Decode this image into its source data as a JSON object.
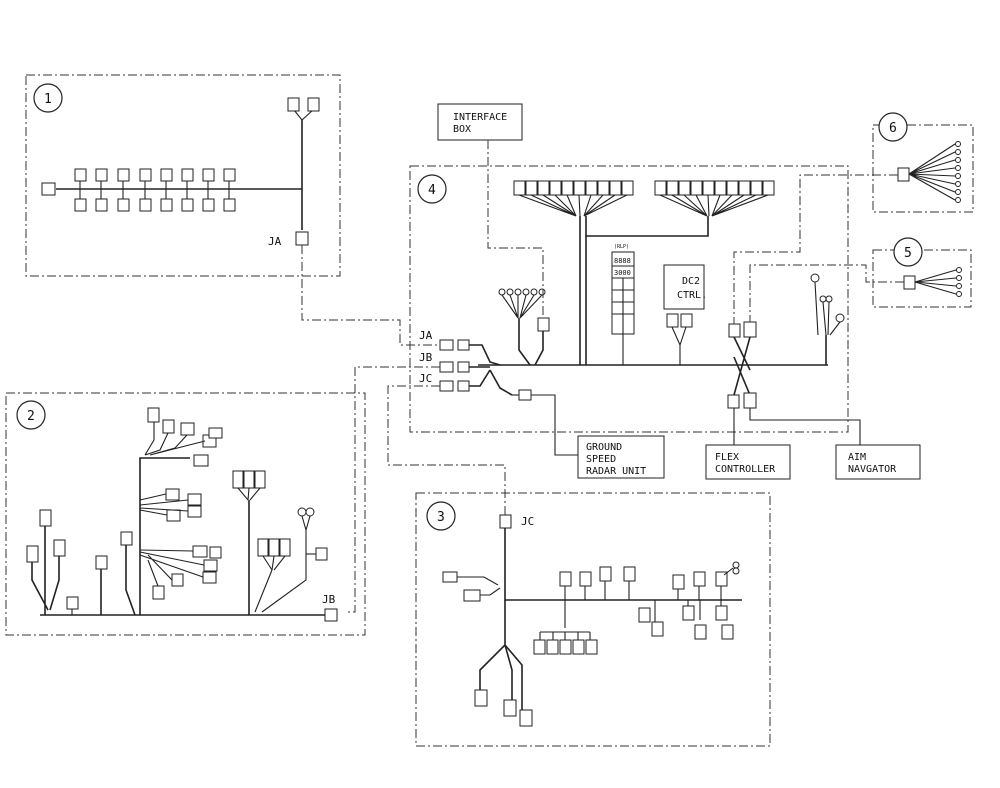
{
  "callouts": [
    "1",
    "2",
    "3",
    "4",
    "5",
    "6"
  ],
  "junctions": {
    "ja_sub1": "JA",
    "jb_sub2": "JB",
    "jc_sub3": "JC",
    "ja_main": "JA",
    "jb_main": "JB",
    "jc_main": "JC"
  },
  "labels": {
    "interface_box_1": "INTERFACE",
    "interface_box_2": "BOX",
    "dc2_1": "DC2",
    "dc2_2": "CTRL.",
    "ground_1": "GROUND",
    "ground_2": "SPEED",
    "ground_3": "RADAR UNIT",
    "flex_1": "FLEX",
    "flex_2": "CONTROLLER",
    "aim_1": "AIM",
    "aim_2": "NAVGATOR"
  },
  "component_labels": {
    "rlp": "(RLP)",
    "display_top": "8888",
    "display_mid": "3000"
  }
}
